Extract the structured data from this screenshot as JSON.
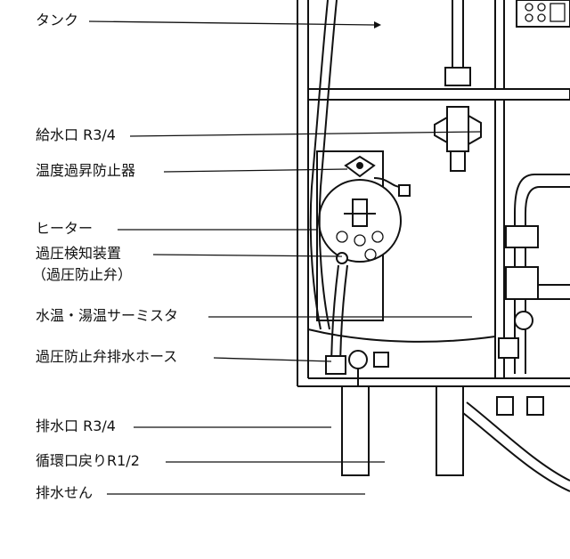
{
  "labels": {
    "tank": "タンク",
    "water_inlet": "給水口 R3/4",
    "overheat_guard": "温度過昇防止器",
    "heater": "ヒーター",
    "overpressure_detector": "過圧検知装置",
    "overpressure_valve": "（過圧防止弁）",
    "thermistor": "水温・湯温サーミスタ",
    "drain_hose": "過圧防止弁排水ホース",
    "drain_outlet": "排水口 R3/4",
    "circulation_return": "循環口戻りR1/2",
    "drain_plug": "排水せん"
  }
}
